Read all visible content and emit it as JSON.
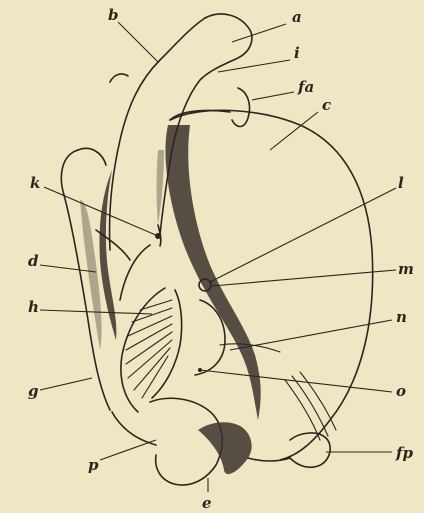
{
  "labels": {
    "a": "a",
    "b": "b",
    "i": "i",
    "fa": "fa",
    "c": "c",
    "k": "k",
    "l": "l",
    "d": "d",
    "m": "m",
    "h": "h",
    "n": "n",
    "g": "g",
    "o": "o",
    "p": "p",
    "fp": "fp",
    "e": "e"
  },
  "colors": {
    "paper": "#efe6c3",
    "ink": "#2a2520"
  }
}
